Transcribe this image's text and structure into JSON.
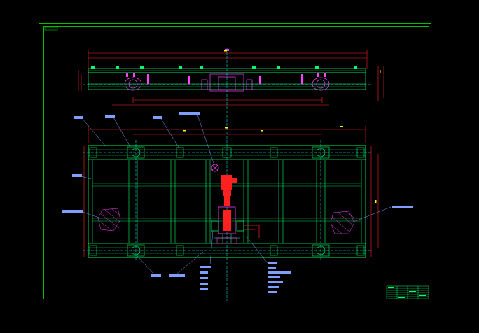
{
  "drawing": {
    "colors": {
      "background": "#000000",
      "frame": "#00c000",
      "outline": "#00ff66",
      "dimension": "#ff2020",
      "centerline": "#00ffff",
      "motor": "#ff2020",
      "valve": "#ff40ff",
      "hatch": "#ff40ff",
      "leader": "#7f9fff",
      "dim_text": "#ffff00"
    },
    "views": [
      "top-elevation",
      "plan-view"
    ],
    "callouts": [],
    "title_block": {
      "rows": 6,
      "cols": 4
    },
    "icons": [
      "motor-pump-icon",
      "valve-icon",
      "hatch-pattern-icon"
    ]
  }
}
